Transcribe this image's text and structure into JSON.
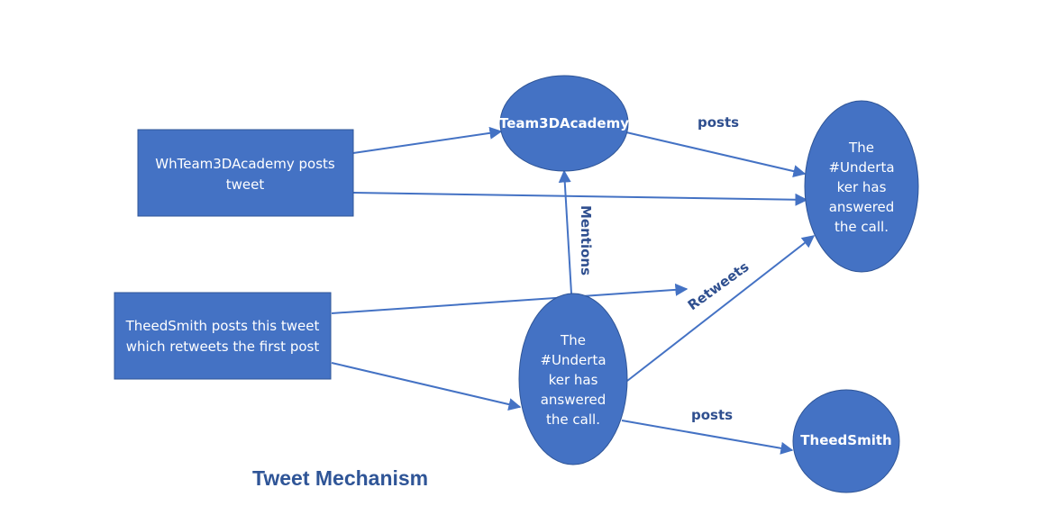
{
  "colors": {
    "node_fill": "#4472c4",
    "node_border": "#2f5597",
    "edge": "#4472c4",
    "label_text": "#2f4f8f",
    "caption_text": "#2f5597"
  },
  "nodes": {
    "box_whteam": {
      "lines": [
        "WhTeam3DAcademy posts",
        "tweet"
      ]
    },
    "box_theedsmith": {
      "lines": [
        "TheedSmith posts this tweet",
        "which retweets the first post"
      ]
    },
    "circle_team3d": {
      "lines": [
        "Team3DAcademy"
      ]
    },
    "circle_tweet_right": {
      "lines": [
        "The",
        "#Underta",
        "ker has",
        "answered",
        "the call."
      ]
    },
    "circle_tweet_middle": {
      "lines": [
        "The",
        "#Underta",
        "ker has",
        "answered",
        "the call."
      ]
    },
    "circle_theedsmith": {
      "lines": [
        "TheedSmith"
      ]
    }
  },
  "edge_labels": {
    "posts_top": "posts",
    "mentions": "Mentions",
    "retweets": "Retweets",
    "posts_bottom": "posts"
  },
  "caption": "Tweet Mechanism"
}
